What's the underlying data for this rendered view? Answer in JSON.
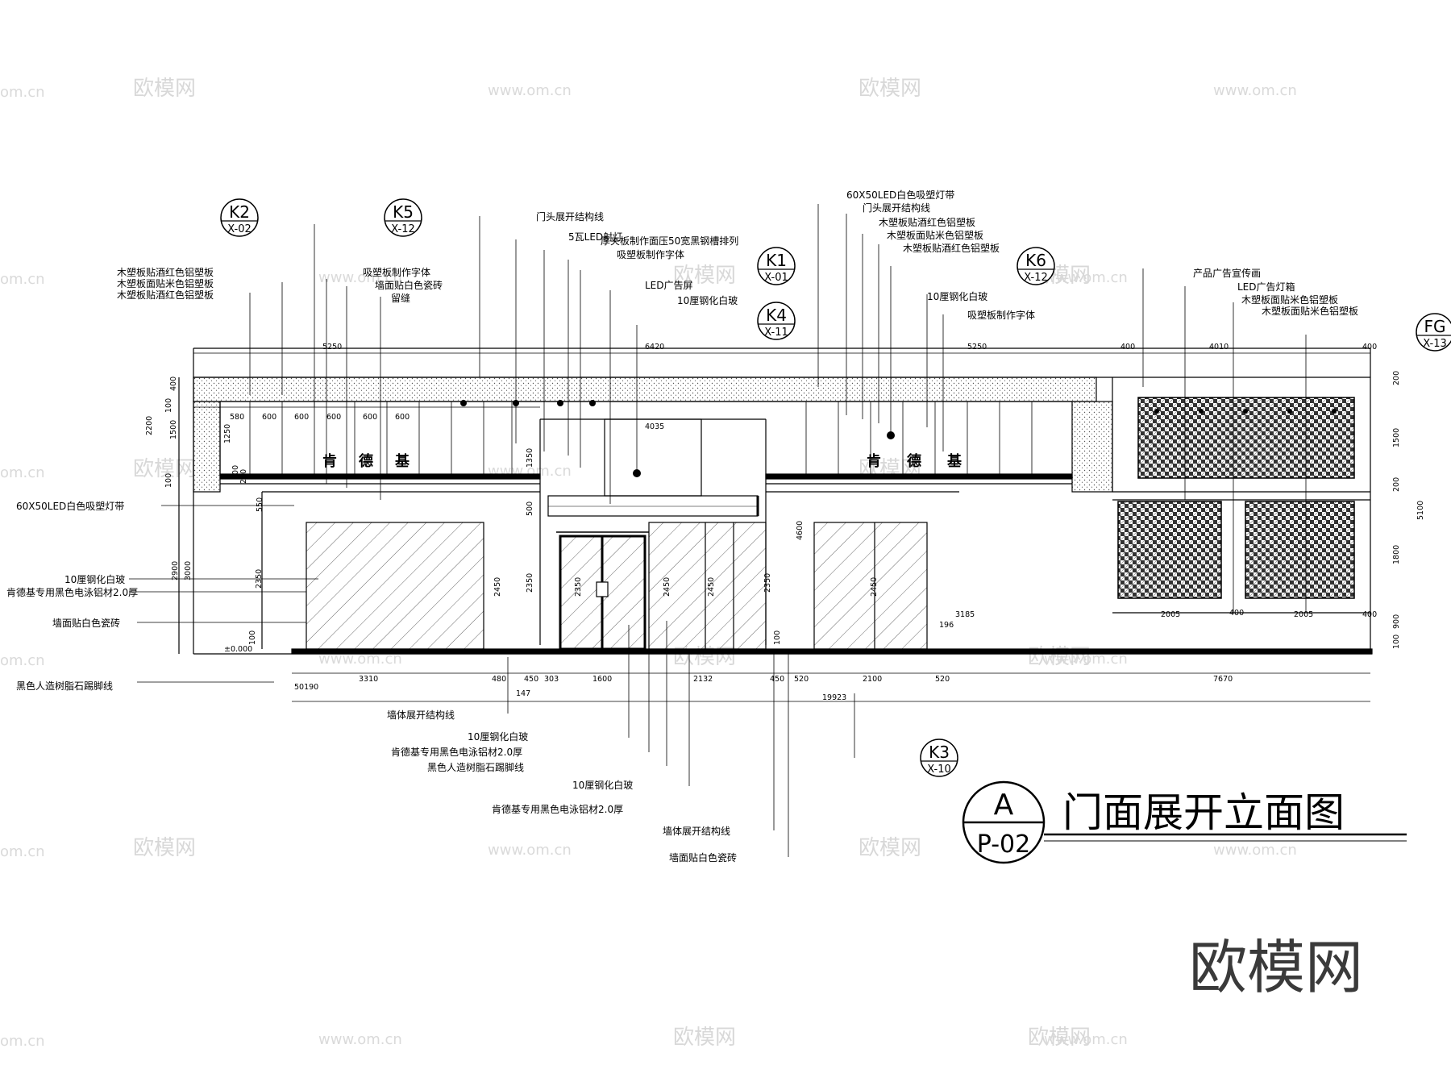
{
  "drawing_title": "门面展开立面图",
  "drawing_id": {
    "letter": "A",
    "sheet": "P-02"
  },
  "logo_text": "欧模网",
  "watermark": {
    "brand": "欧模网",
    "url": "www.om.cn",
    "edge": "om.cn"
  },
  "section_tags": [
    {
      "id": "K2",
      "ref": "X-02"
    },
    {
      "id": "K5",
      "ref": "X-12"
    },
    {
      "id": "K1",
      "ref": "X-01"
    },
    {
      "id": "K4",
      "ref": "X-11"
    },
    {
      "id": "K6",
      "ref": "X-12"
    },
    {
      "id": "FG",
      "ref": "X-13"
    },
    {
      "id": "K3",
      "ref": "X-10"
    }
  ],
  "sign_chars": [
    "肯",
    "德",
    "基",
    "肯",
    "德",
    "基"
  ],
  "top_labels": [
    "门头展开结构线",
    "5瓦LED射灯",
    "厚夹板制作面压50宽黑钢槽排列",
    "吸塑板制作字体",
    "LED广告屏",
    "10厘钢化白玻",
    "木塑板贴酒红色铝塑板",
    "木塑板面贴米色铝塑板",
    "木塑板贴酒红色铝塑板",
    "吸塑板制作字体",
    "墙面贴白色瓷砖",
    "留缝",
    "60X50LED白色吸塑灯带",
    "门头展开结构线",
    "木塑板贴酒红色铝塑板",
    "木塑板面贴米色铝塑板",
    "木塑板贴酒红色铝塑板",
    "10厘钢化白玻",
    "吸塑板制作字体",
    "产品广告宣传画",
    "LED广告灯箱",
    "木塑板面贴米色铝塑板",
    "木塑板面贴米色铝塑板"
  ],
  "left_labels": [
    "60X50LED白色吸塑灯带",
    "10厘钢化白玻",
    "肯德基专用黑色电泳铝材2.0厚",
    "墙面贴白色瓷砖",
    "黑色人造树脂石踢脚线"
  ],
  "bottom_labels": [
    "墙体展开结构线",
    "10厘钢化白玻",
    "肯德基专用黑色电泳铝材2.0厚",
    "黑色人造树脂石踢脚线",
    "10厘钢化白玻",
    "肯德基专用黑色电泳铝材2.0厚",
    "墙体展开结构线",
    "墙面贴白色瓷砖"
  ],
  "dims": {
    "top": [
      "5250",
      "6420",
      "5250",
      "400",
      "4010",
      "400"
    ],
    "panels": [
      "580",
      "600",
      "600",
      "600",
      "600",
      "600"
    ],
    "door_top": "4035",
    "bottom_row": [
      "3310",
      "480",
      "450",
      "303",
      "1600",
      "2132",
      "450",
      "520",
      "2100",
      "520",
      "7670",
      "147"
    ],
    "left_offset": "50190",
    "total": "19923",
    "left_heights": [
      "400",
      "100",
      "2200",
      "1500",
      "1250",
      "100",
      "3000",
      "2900",
      "2350",
      "100"
    ],
    "inner_heights": [
      "200",
      "200",
      "550",
      "1350",
      "500",
      "2350",
      "2450",
      "2350",
      "4600",
      "2350",
      "2450",
      "2450",
      "2450",
      "100",
      "196"
    ],
    "right_heights": [
      "200",
      "1500",
      "200",
      "5100",
      "1800",
      "900",
      "100"
    ],
    "ad_row": [
      "3185",
      "2005",
      "400",
      "2005",
      "400"
    ],
    "level": "±0.000"
  }
}
